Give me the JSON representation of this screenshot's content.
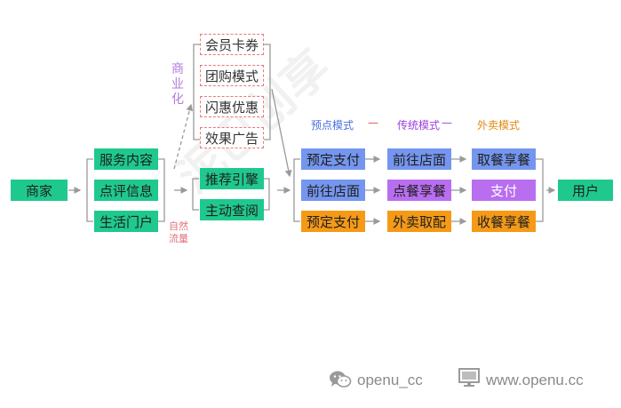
{
  "diagram": {
    "merchant": "商家",
    "user": "用户",
    "sources": [
      "服务内容",
      "点评信息",
      "生活门户"
    ],
    "traffic": [
      "推荐引擎",
      "主动查阅"
    ],
    "commercial": [
      "会员卡券",
      "团购模式",
      "闪惠优惠",
      "效果广告"
    ],
    "commercialization_label": "商业化",
    "natural_traffic_label": "自然流量",
    "modes": [
      "预点模式",
      "传统模式",
      "外卖模式"
    ],
    "mode_separator": "—",
    "rows": [
      [
        "预定支付",
        "前往店面",
        "取餐享餐"
      ],
      [
        "前往店面",
        "点餐享餐",
        "支付"
      ],
      [
        "预定支付",
        "外卖取配",
        "收餐享餐"
      ]
    ]
  },
  "watermark": "泥巴创享",
  "footer": {
    "wechat_icon": "wechat-icon",
    "wechat": "openu_cc",
    "monitor_icon": "monitor-icon",
    "website": "www.openu.cc"
  },
  "colors": {
    "green": "#1fc98e",
    "blue": "#7596ef",
    "purple": "#b96ef0",
    "orange": "#f59a17",
    "dashed_border": "#e87878"
  }
}
